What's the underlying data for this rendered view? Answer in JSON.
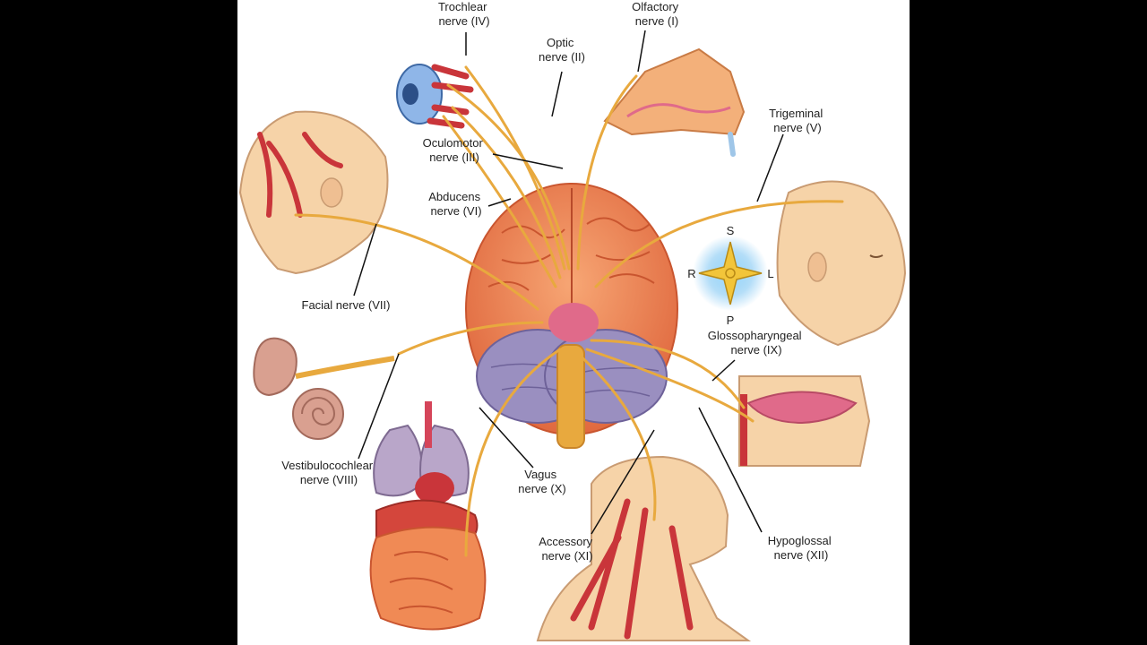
{
  "labels": {
    "trochlear": [
      "Trochlear",
      "nerve (IV)"
    ],
    "olfactory": [
      "Olfactory",
      "nerve (I)"
    ],
    "optic": [
      "Optic",
      "nerve (II)"
    ],
    "trigeminal": [
      "Trigeminal",
      "nerve (V)"
    ],
    "oculomotor": [
      "Oculomotor",
      "nerve (III)"
    ],
    "abducens": [
      "Abducens",
      "nerve (VI)"
    ],
    "facial": [
      "Facial nerve (VII)"
    ],
    "glossopharyngeal": [
      "Glossopharyngeal",
      "nerve (IX)"
    ],
    "vestibulocochlear": [
      "Vestibulocochlear",
      "nerve (VIII)"
    ],
    "vagus": [
      "Vagus",
      "nerve (X)"
    ],
    "accessory": [
      "Accessory",
      "nerve (XI)"
    ],
    "hypoglossal": [
      "Hypoglossal",
      "nerve (XII)"
    ]
  },
  "compass": {
    "top": "S",
    "bottom": "P",
    "left": "R",
    "right": "L"
  },
  "colors": {
    "nerve": "#e8a93e",
    "nerve_dark": "#c9852a",
    "brain": "#f08a55",
    "brain_dark": "#d9643a",
    "cerebellum": "#9a8fc0",
    "skin": "#f6d3a8",
    "muscle": "#c9353a",
    "leader": "#111111"
  }
}
